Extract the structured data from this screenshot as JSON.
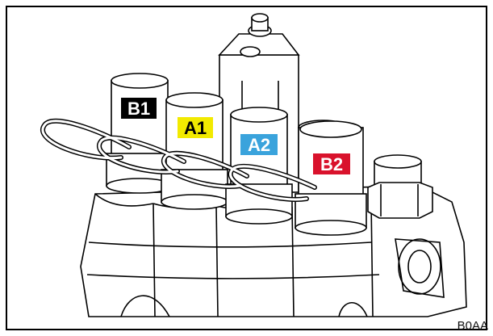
{
  "labels": [
    {
      "id": "B1",
      "text": "B1",
      "bg": "#000000",
      "fg": "#ffffff"
    },
    {
      "id": "A1",
      "text": "A1",
      "bg": "#f2ea00",
      "fg": "#000000"
    },
    {
      "id": "A2",
      "text": "A2",
      "bg": "#3aa3dc",
      "fg": "#ffffff"
    },
    {
      "id": "B2",
      "text": "B2",
      "bg": "#d9122c",
      "fg": "#ffffff"
    }
  ],
  "caption": "B0AA",
  "colors": {
    "line": "#000000",
    "background": "#ffffff"
  }
}
